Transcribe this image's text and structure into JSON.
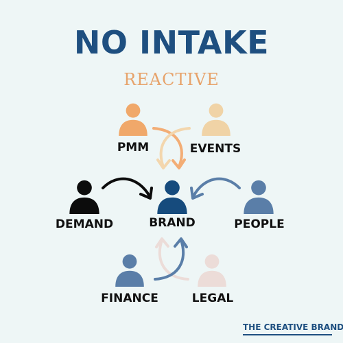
{
  "title": "NO INTAKE",
  "subtitle": "REACTIVE",
  "nodes": {
    "pmm": {
      "label": "PMM",
      "color": "#f0a86a",
      "icon": "person-icon"
    },
    "events": {
      "label": "EVENTS",
      "color": "#f0d3a6",
      "icon": "person-icon"
    },
    "demand": {
      "label": "DEMAND",
      "color": "#0c0c0c",
      "icon": "person-icon"
    },
    "brand": {
      "label": "BRAND",
      "color": "#164b7d",
      "icon": "person-icon"
    },
    "people": {
      "label": "PEOPLE",
      "color": "#5a7ea8",
      "icon": "person-icon"
    },
    "finance": {
      "label": "FINANCE",
      "color": "#5a7ea8",
      "icon": "person-icon"
    },
    "legal": {
      "label": "LEGAL",
      "color": "#ecdcd8",
      "icon": "person-icon"
    }
  },
  "footer": {
    "brand": "THE CREATIVE BRAND"
  }
}
